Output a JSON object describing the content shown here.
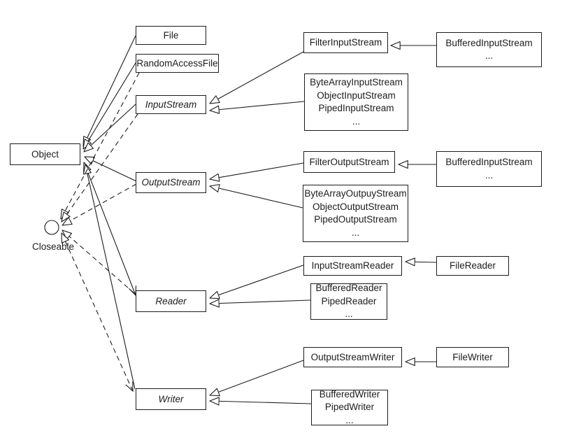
{
  "colors": {
    "ink": "#1c1c1c",
    "background": "#ffffff"
  },
  "diagram": {
    "nodes": {
      "object": {
        "label": "Object"
      },
      "closeable": {
        "label": "Closeable"
      },
      "file": {
        "label": "File"
      },
      "random_access_file": {
        "label": "RandomAccessFile"
      },
      "input_stream": {
        "label": "InputStream"
      },
      "output_stream": {
        "label": "OutputStream"
      },
      "reader": {
        "label": "Reader"
      },
      "writer": {
        "label": "Writer"
      },
      "filter_input_stream": {
        "label": "FilterInputStream"
      },
      "buffered_input_stream_top": {
        "lines": [
          "BufferedInputStream",
          "..."
        ]
      },
      "input_stream_group": {
        "lines": [
          "ByteArrayInputStream",
          "ObjectInputStream",
          "PipedInputStream",
          "..."
        ]
      },
      "filter_output_stream": {
        "label": "FilterOutputStream"
      },
      "buffered_input_stream_mid": {
        "lines": [
          "BufferedInputStream",
          "..."
        ]
      },
      "output_stream_group": {
        "lines": [
          "ByteArrayOutpuyStream",
          "ObjectOutputStream",
          "PipedOutputStream",
          "..."
        ]
      },
      "input_stream_reader": {
        "label": "InputStreamReader"
      },
      "file_reader": {
        "label": "FileReader"
      },
      "reader_group": {
        "lines": [
          "BufferedReader",
          "PipedReader",
          "..."
        ]
      },
      "output_stream_writer": {
        "label": "OutputStreamWriter"
      },
      "file_writer": {
        "label": "FileWriter"
      },
      "writer_group": {
        "lines": [
          "BufferedWriter",
          "PipedWriter",
          "..."
        ]
      }
    }
  }
}
